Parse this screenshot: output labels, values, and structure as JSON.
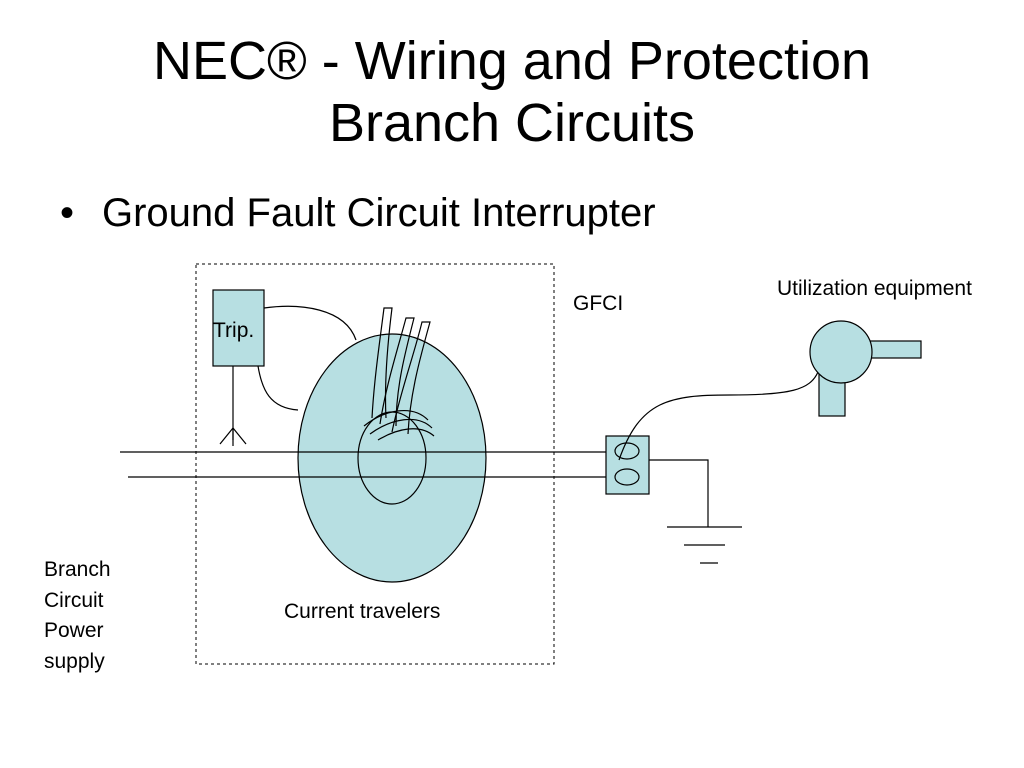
{
  "slide": {
    "title_line1": "NEC® - Wiring and Protection",
    "title_line2": "Branch Circuits",
    "bullet_marker": "•",
    "bullet": "Ground Fault Circuit Interrupter"
  },
  "diagram": {
    "labels": {
      "trip": "Trip.",
      "gfci": "GFCI",
      "utilization": "Utilization equipment",
      "current_travelers": "Current travelers",
      "branch_line1": "Branch",
      "branch_line2": "Circuit",
      "branch_line3": "Power",
      "branch_line4": "supply"
    },
    "colors": {
      "fill": "#b7dfe2",
      "stroke": "#000000"
    }
  }
}
